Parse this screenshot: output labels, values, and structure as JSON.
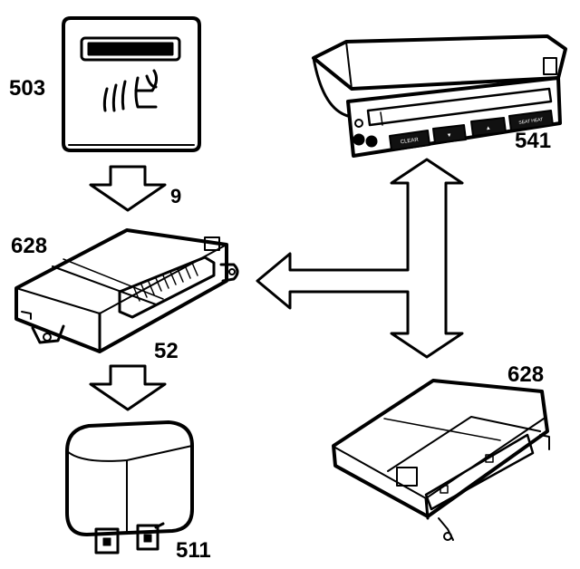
{
  "labels": {
    "switch": "503",
    "flow_top": "9",
    "module_main": "628",
    "connector": "52",
    "relay": "511",
    "display_unit": "541",
    "module_remote": "628"
  },
  "display_buttons": {
    "b1": "CLEAR",
    "b2": "▼",
    "b3": "▲",
    "b4": "SEAT HEAT"
  },
  "colors": {
    "ink": "#000000",
    "paper": "#ffffff",
    "shade": "#222222"
  },
  "icons": [
    "seat-heater-icon"
  ]
}
